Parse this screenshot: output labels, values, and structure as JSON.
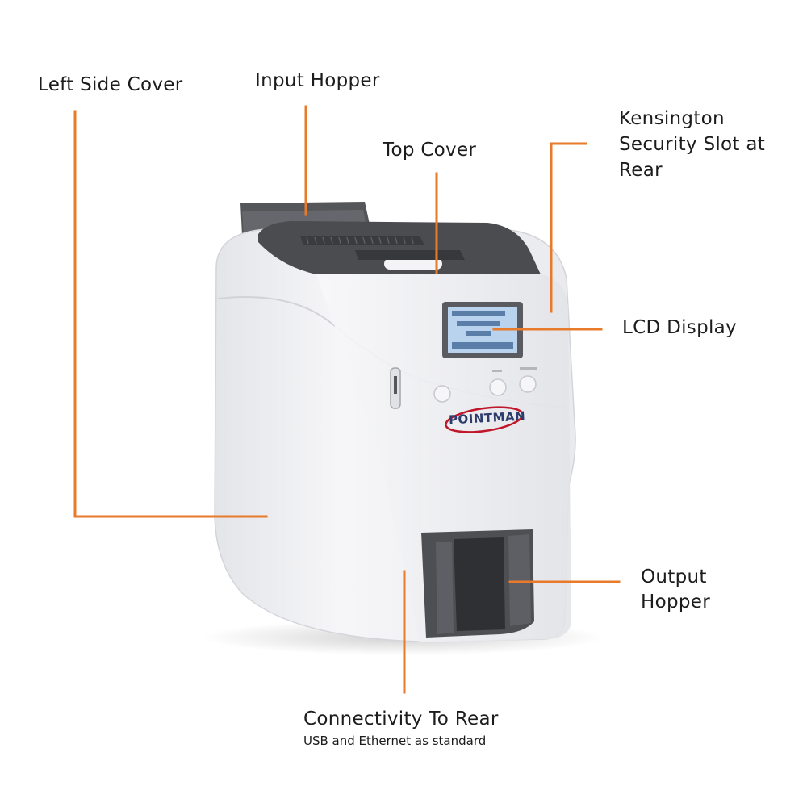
{
  "colors": {
    "callout_line": "#e87a2b",
    "body_white": "#f3f3f5",
    "body_shadow": "#dcdde1",
    "dark_plastic": "#4b4c50",
    "lcd_blue": "#b9d3ee",
    "logo_red": "#c0172a",
    "logo_text": "#2b3b6b"
  },
  "labels": {
    "left_side_cover": "Left Side Cover",
    "input_hopper": "Input Hopper",
    "top_cover": "Top Cover",
    "kensington_line1": "Kensington",
    "kensington_line2": "Security Slot at",
    "kensington_line3": "Rear",
    "lcd_display": "LCD Display",
    "output_line1": "Output",
    "output_line2": "Hopper",
    "connectivity": "Connectivity To Rear",
    "connectivity_sub": "USB and Ethernet as standard"
  },
  "printer": {
    "brand": "POINTMAN",
    "icon": "card-printer-illustration"
  }
}
